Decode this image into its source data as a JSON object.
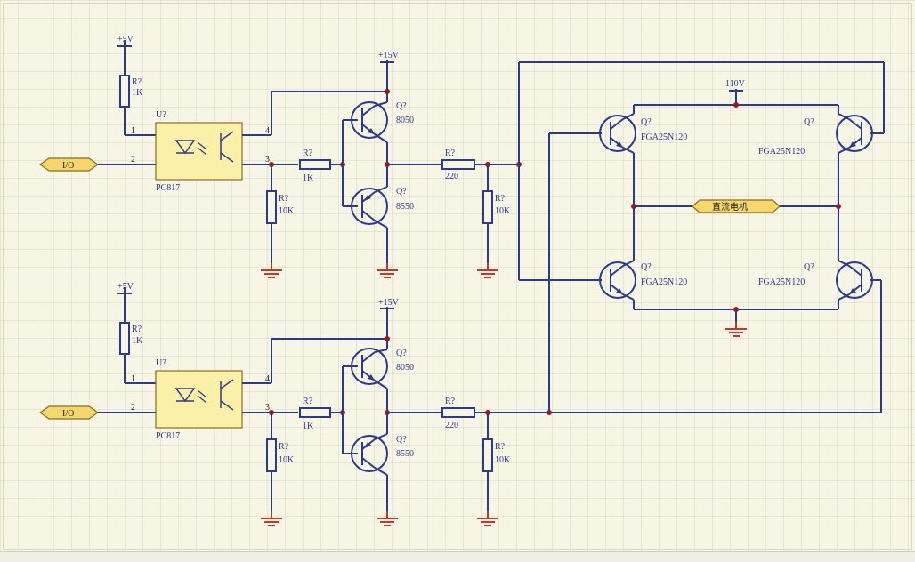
{
  "labels": {
    "plus5v": "+5V",
    "plus15v": "+15V",
    "v110": "110V",
    "r_ref": "R?",
    "u_ref": "U?",
    "q_ref": "Q?",
    "r_1k": "1K",
    "r_10k": "10K",
    "r_220": "220",
    "pc817": "PC817",
    "q8050": "8050",
    "q8550": "8550",
    "igbt": "FGA25N120",
    "io": "I/O",
    "motor": "直流电机"
  },
  "pins": {
    "p1": "1",
    "p2": "2",
    "p3": "3",
    "p4": "4"
  },
  "colors": {
    "background": "#f7f5e6",
    "grid": "#d8d6b8",
    "wire": "#2b3a8c",
    "ground": "#c0392b",
    "junction": "#a01818",
    "component": "#fbf0a8"
  }
}
